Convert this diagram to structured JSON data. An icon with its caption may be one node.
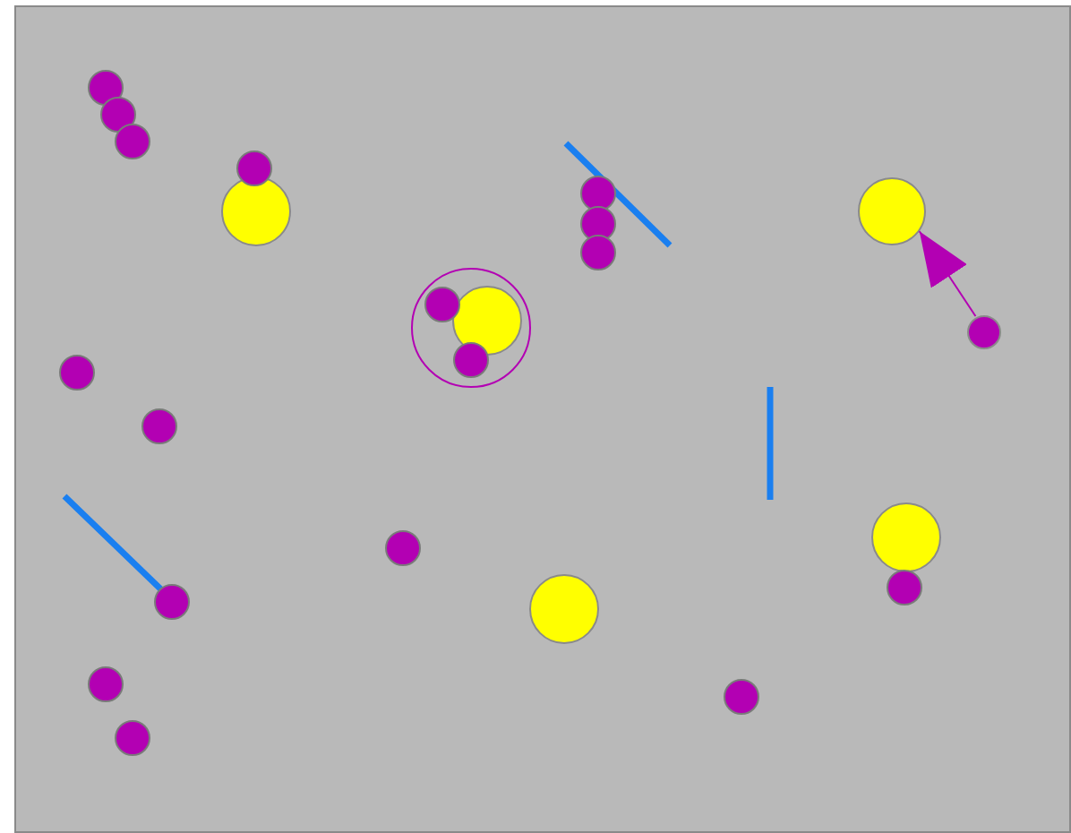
{
  "diagram": {
    "nodes": [
      {
        "text": [],
        "shape": "circle"
      },
      {
        "text": [],
        "shape": "circle"
      }
    ],
    "edges": [
      {
        "from": 1,
        "to": 0,
        "arrow": "to"
      }
    ]
  }
}
